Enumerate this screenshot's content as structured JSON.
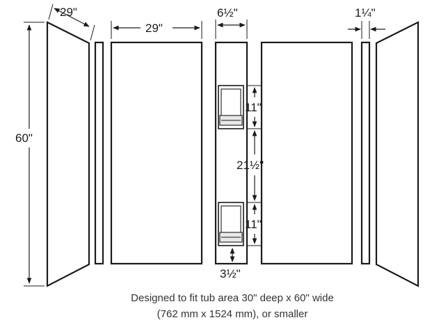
{
  "dimensions": {
    "side_panel_depth": "29\"",
    "front_panel_width": "29\"",
    "center_panel_width": "6½\"",
    "filler_strip_width": "1¼\"",
    "panel_height": "60\"",
    "shelf_height_upper": "11\"",
    "shelf_spacing": "21½\"",
    "shelf_height_lower": "11\"",
    "shelf_offset_bottom": "3½\""
  },
  "caption": {
    "line1": "Designed to fit tub area 30\" deep x 60\" wide",
    "line2": "(762 mm x 1524 mm), or smaller"
  }
}
